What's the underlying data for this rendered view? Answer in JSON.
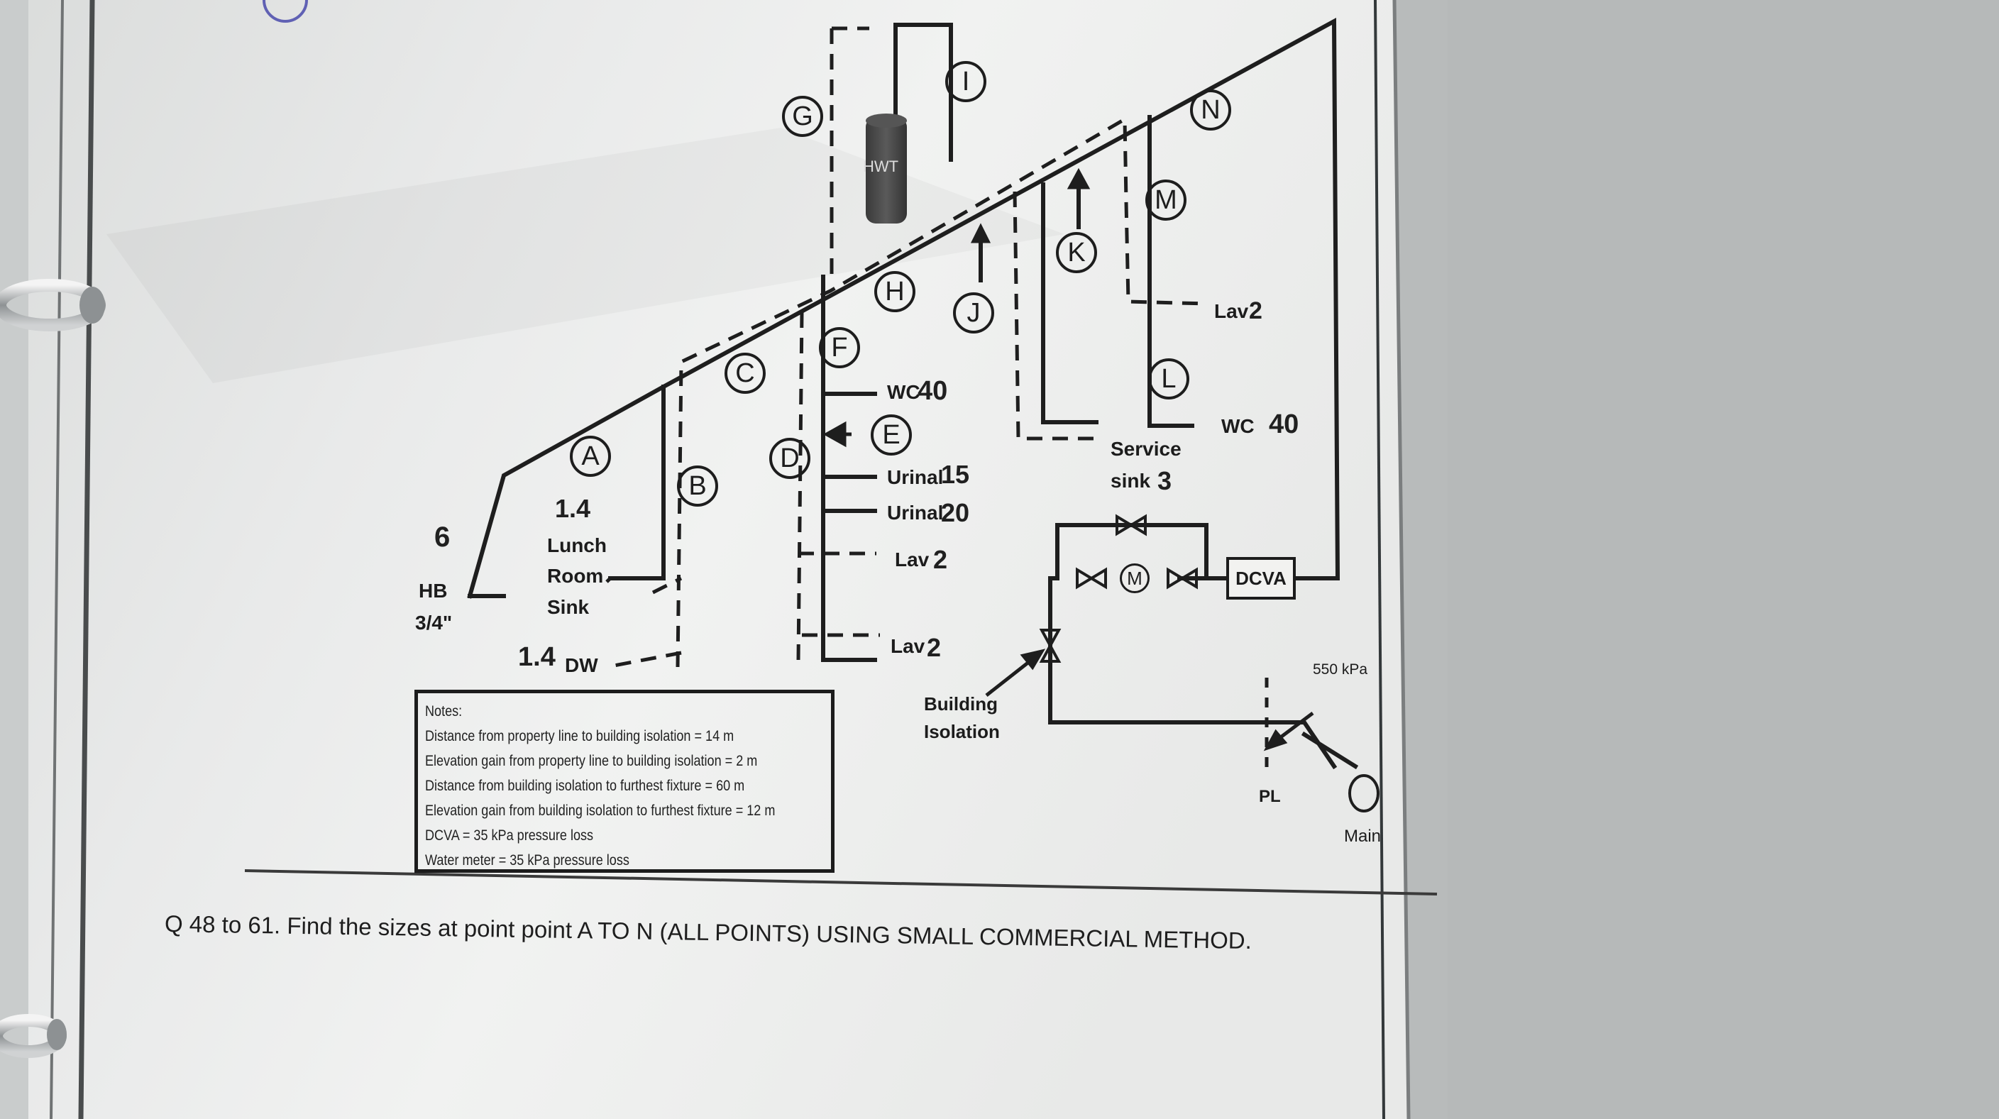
{
  "diagram": {
    "tank_label": "HWT",
    "points": [
      "A",
      "B",
      "C",
      "D",
      "E",
      "F",
      "G",
      "H",
      "I",
      "J",
      "K",
      "L",
      "M",
      "N"
    ],
    "fixtures": {
      "hb": "HB",
      "hb_size": "3/4\"",
      "hb_length": "6",
      "lunch_room": "Lunch",
      "room": "Room",
      "sink": "Sink",
      "lunch_length": "1.4",
      "dw": "DW",
      "dw_length": "1.4",
      "wc_40_label": "WC",
      "wc_40_value": "40",
      "urinal_1_label": "Urinal",
      "urinal_1_value": "15",
      "urinal_2_label": "Urinal",
      "urinal_2_value": "20",
      "lav_1_label": "Lav",
      "lav_1_value": "2",
      "lav_2_label": "Lav",
      "lav_2_value": "2",
      "service_label": "Service",
      "sink_label": "sink",
      "service_value": "3",
      "lav_top_label": "Lav",
      "lav_top_value": "2",
      "wc_right_label": "WC",
      "wc_right_value": "40"
    },
    "building_isolation_1": "Building",
    "building_isolation_2": "Isolation",
    "meter_symbol": "M",
    "dcva": "DCVA",
    "pressure": "550 kPa",
    "pl": "PL",
    "main": "Main"
  },
  "notes": {
    "heading": "Notes:",
    "lines": [
      "Distance from property line to building isolation = 14 m",
      "Elevation gain from property line to building isolation = 2 m",
      "Distance from building isolation to furthest fixture = 60 m",
      "Elevation gain from building isolation to furthest fixture = 12 m",
      "DCVA = 35 kPa pressure loss",
      "Water meter = 35 kPa pressure loss"
    ]
  },
  "question": "Q 48 to 61. Find the sizes at point point  A TO N (ALL POINTS) USING SMALL COMMERCIAL METHOD.",
  "colors": {
    "paper": "#eeeeec",
    "desk": "#b9bcbc",
    "ink": "#1c1c1c"
  }
}
